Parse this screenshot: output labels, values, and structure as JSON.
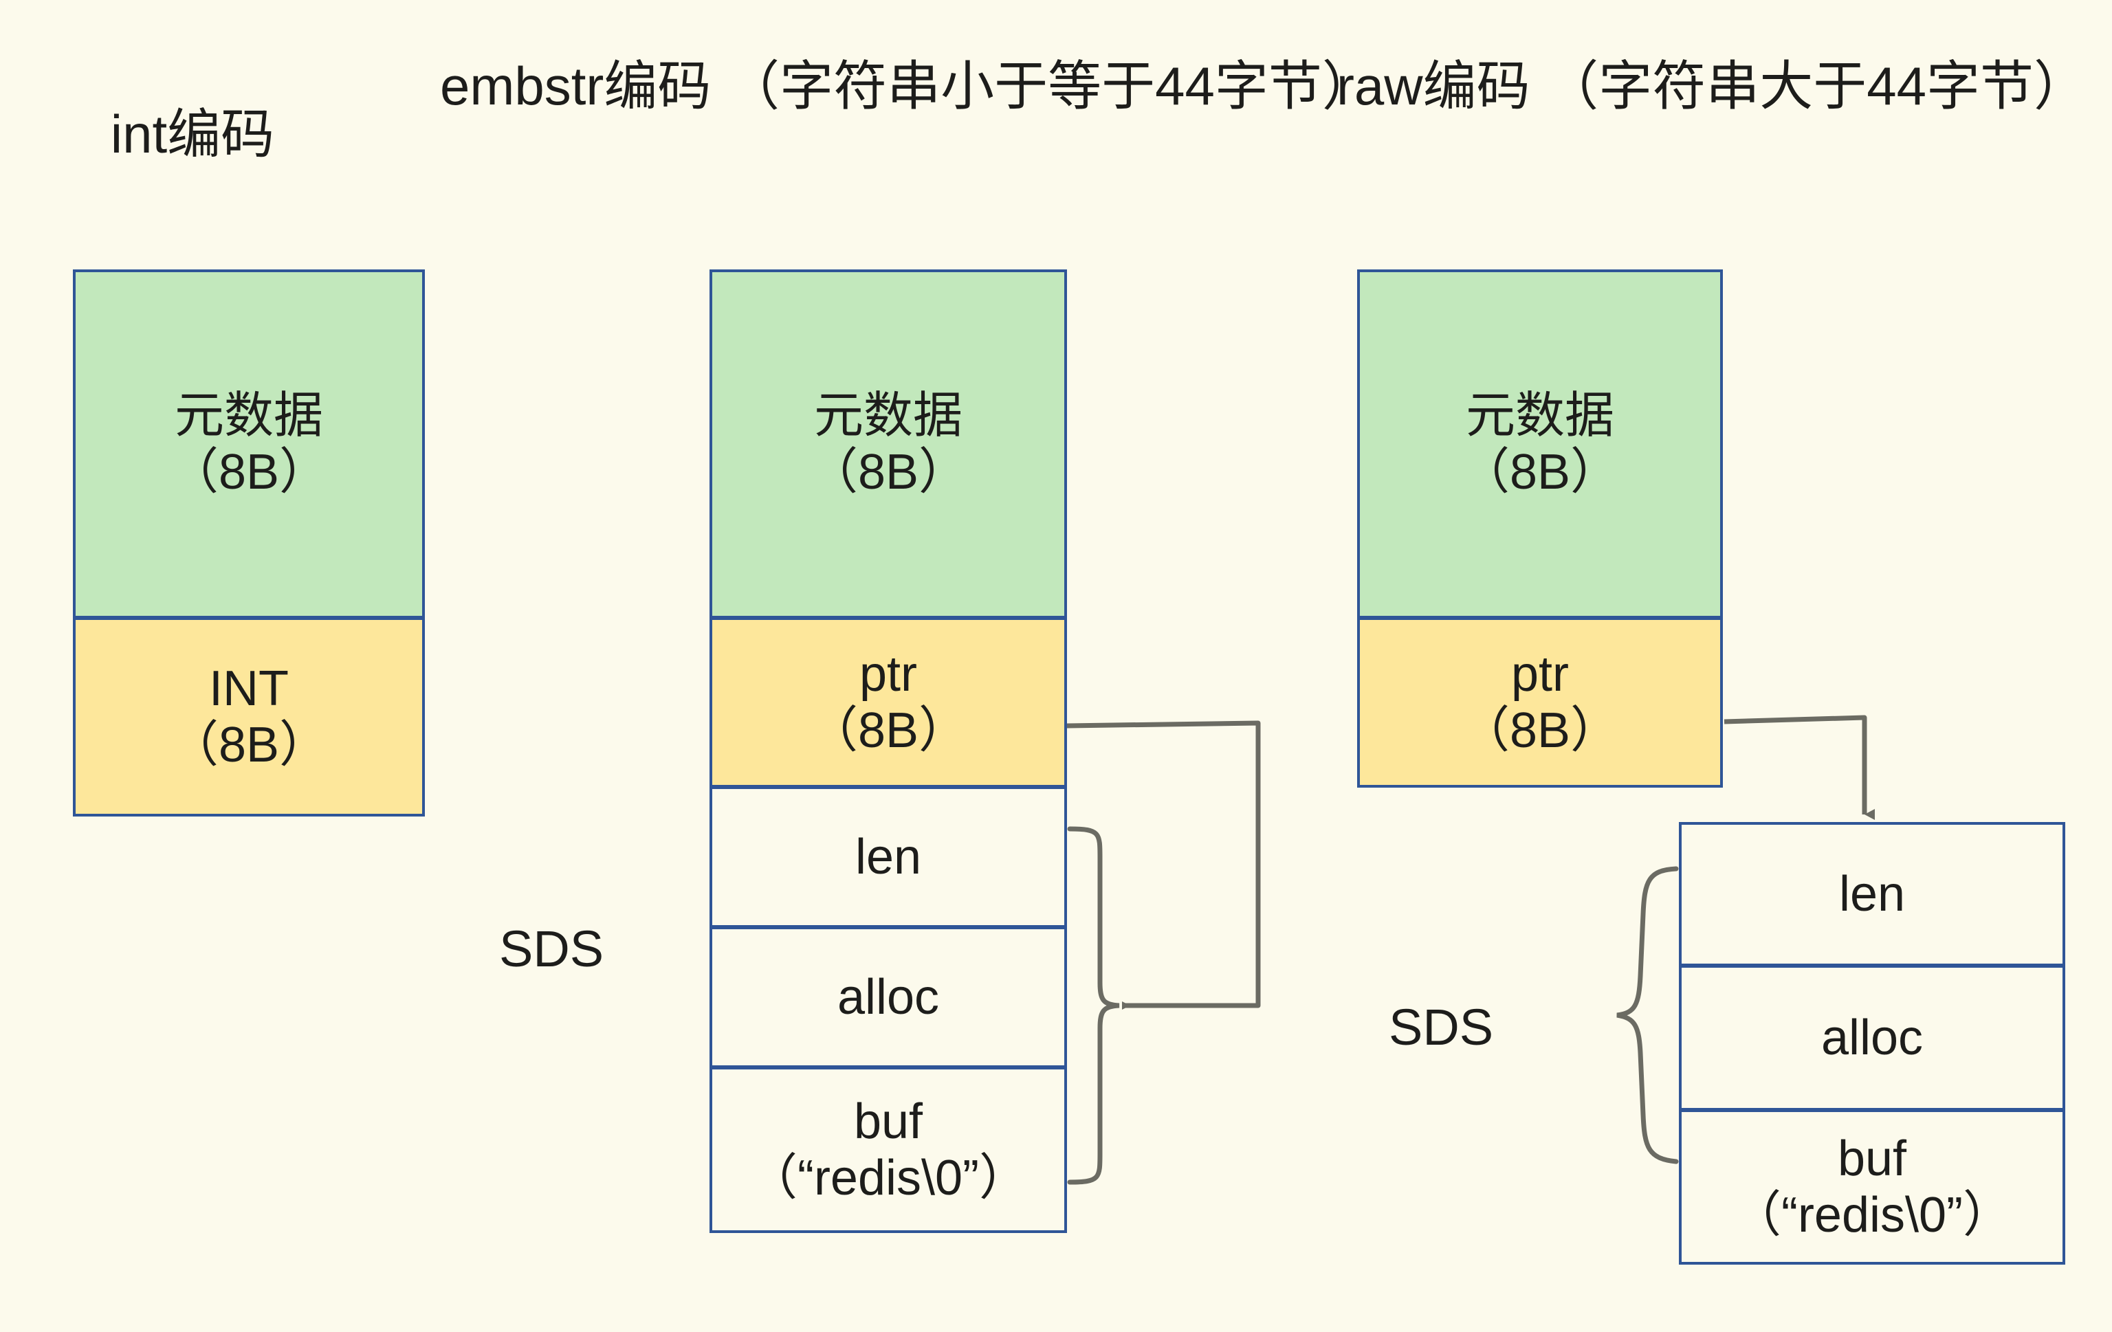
{
  "diagram": {
    "background_color": "#fcfaec",
    "border_color": "#2f5597",
    "green_color": "#c2e8bc",
    "yellow_color": "#fde79b",
    "connector_color": "#6b6b63"
  },
  "columns": [
    {
      "id": "int",
      "title_line1": "int编码",
      "title_line2": "",
      "meta_line1": "元数据",
      "meta_line2": "（8B）",
      "value_line1": "INT",
      "value_line2": "（8B）"
    },
    {
      "id": "embstr",
      "title_line1": "embstr编码",
      "title_line2": "（字符串小于等于44字节）",
      "meta_line1": "元数据",
      "meta_line2": "（8B）",
      "value_line1": "ptr",
      "value_line2": "（8B）",
      "sds_label": "SDS",
      "sds_fields": [
        {
          "line1": "len",
          "line2": ""
        },
        {
          "line1": "alloc",
          "line2": ""
        },
        {
          "line1": "buf",
          "line2": "（“redis\\0”）"
        }
      ]
    },
    {
      "id": "raw",
      "title_line1": "raw编码",
      "title_line2": "（字符串大于44字节）",
      "meta_line1": "元数据",
      "meta_line2": "（8B）",
      "value_line1": "ptr",
      "value_line2": "（8B）",
      "sds_label": "SDS",
      "sds_fields": [
        {
          "line1": "len",
          "line2": ""
        },
        {
          "line1": "alloc",
          "line2": ""
        },
        {
          "line1": "buf",
          "line2": "（“redis\\0”）"
        }
      ]
    }
  ]
}
